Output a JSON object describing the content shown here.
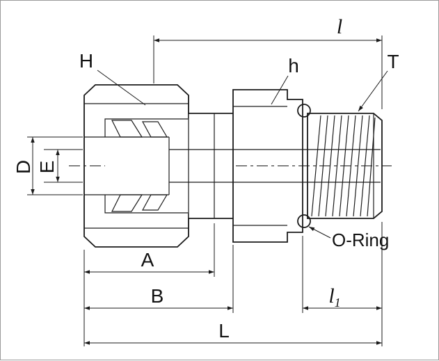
{
  "figure": {
    "kind": "technical-drawing",
    "subject": "Tube fitting male connector with O-ring, dimensioned cross-section",
    "labels": {
      "H": "H",
      "h": "h",
      "T": "T",
      "D": "D",
      "E": "E",
      "A": "A",
      "B": "B",
      "L": "L",
      "l": "l",
      "l1_base": "l",
      "l1_sub": "1",
      "o_ring": "O-Ring"
    },
    "colors": {
      "line": "#1a1a1a",
      "nut_fill": "#c6c6c6",
      "hex_fill": "#d8d8d8",
      "ferrule_fill": "#e3e3e3",
      "background": "#ffffff",
      "frame": "#9a9a9a"
    }
  }
}
